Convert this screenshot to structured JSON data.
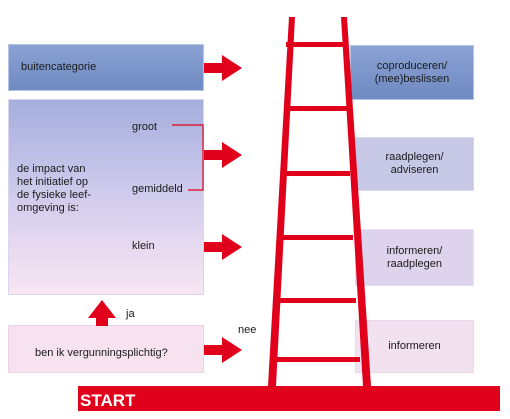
{
  "left": {
    "category_label": "buitencategorie",
    "impact_label": [
      "de impact van",
      "het initiatief op",
      "de fysieke leef-",
      "omgeving is:"
    ],
    "levels": {
      "high": "groot",
      "medium": "gemiddeld",
      "low": "klein"
    },
    "question": "ben ik vergunningsplichtig?",
    "yes": "ja",
    "no": "nee"
  },
  "right": {
    "rung1": [
      "coproduceren/",
      "(mee)beslissen"
    ],
    "rung2": [
      "raadplegen/",
      "adviseren"
    ],
    "rung3": [
      "informeren/",
      "raadplegen"
    ],
    "rung4": "informeren"
  },
  "start_label": "START",
  "colors": {
    "accent_red": "#e0001b",
    "blue_box": "#7b95c9",
    "light_violet": "#c7c8e6",
    "pink_box": "#f6e3ef"
  }
}
